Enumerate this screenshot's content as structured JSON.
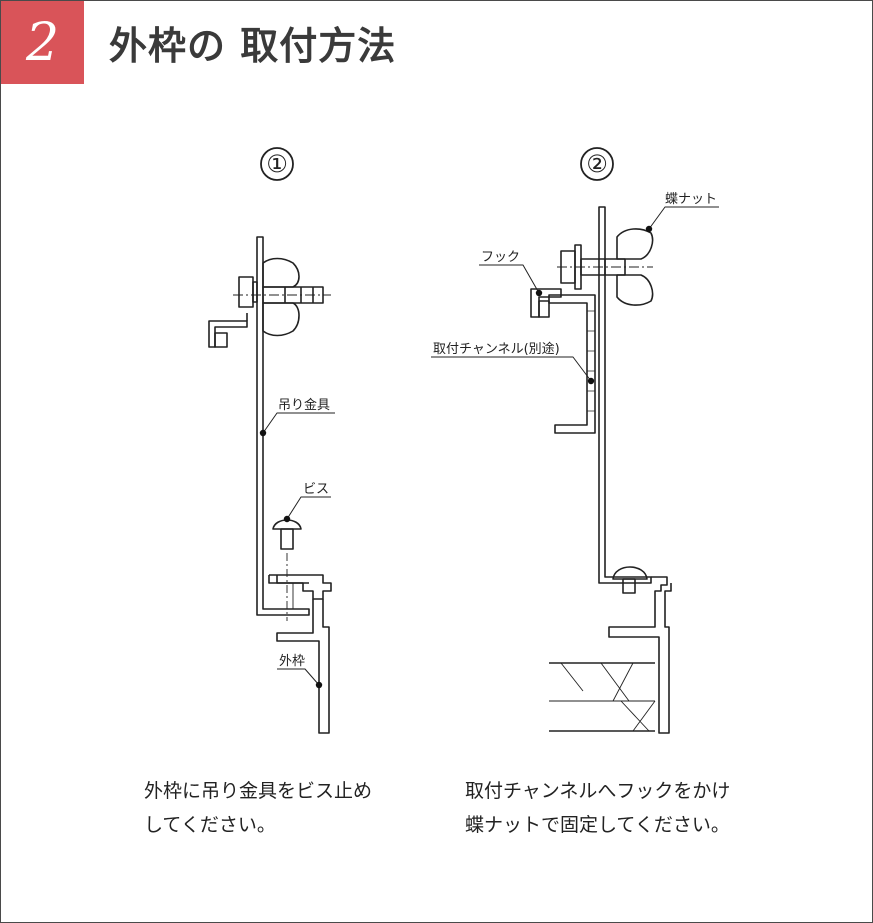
{
  "header": {
    "step_number": "2",
    "title": "外枠の 取付方法",
    "badge_color": "#d95459"
  },
  "panel1": {
    "number": "①",
    "labels": {
      "bracket": "吊り金具",
      "screw": "ビス",
      "frame": "外枠"
    },
    "caption_lines": [
      "外枠に吊り金具をビス止め",
      "してください。"
    ]
  },
  "panel2": {
    "number": "②",
    "labels": {
      "wing_nut": "蝶ナット",
      "hook": "フック",
      "channel": "取付チャンネル(別途)"
    },
    "caption_lines": [
      "取付チャンネルへフックをかけ",
      "蝶ナットで固定してください。"
    ]
  }
}
